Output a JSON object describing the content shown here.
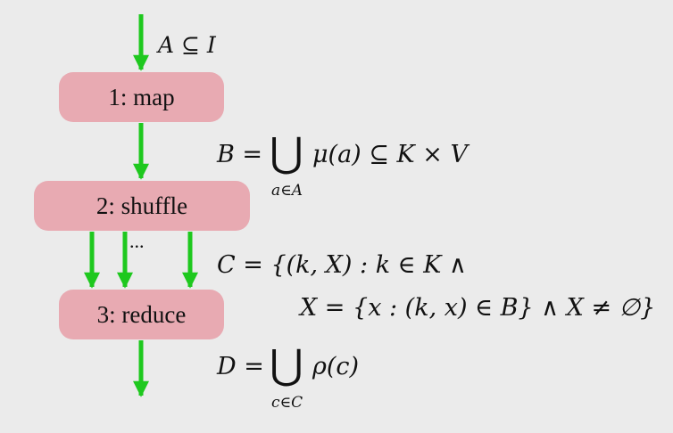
{
  "nodes": {
    "map": {
      "label": "1: map"
    },
    "shuffle": {
      "label": "2: shuffle"
    },
    "reduce": {
      "label": "3: reduce"
    }
  },
  "edges": {
    "input_label": "A ⊆ I",
    "parallel_dots": "..."
  },
  "formulas": {
    "b_lhs": "B =",
    "b_op": "⋃",
    "b_sub": "a∈A",
    "b_rhs": "μ(a) ⊆ K × V",
    "c_line1": "C = {(k, X) : k ∈ K ∧",
    "c_line2": "X = {x : (k, x) ∈ B} ∧ X ≠ ∅}",
    "d_lhs": "D =",
    "d_op": "⋃",
    "d_sub": "c∈C",
    "d_rhs": "ρ(c)"
  },
  "colors": {
    "arrow": "#1ec81e",
    "box_fill": "#e8aab2",
    "background": "#ebebeb"
  }
}
